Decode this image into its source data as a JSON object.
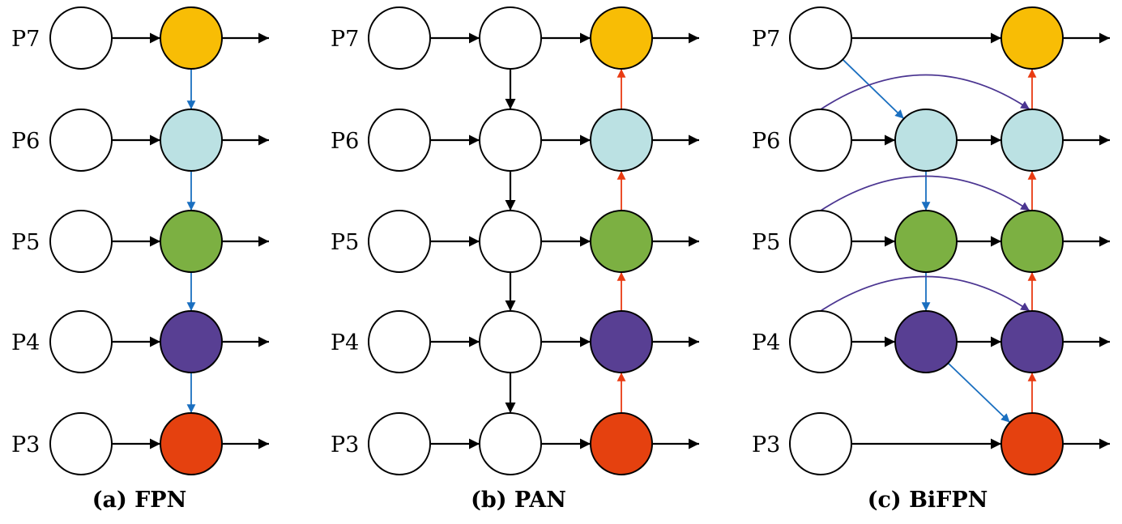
{
  "colors": {
    "P7": "#f8bd05",
    "P6": "#bbe1e3",
    "P5": "#7cb042",
    "P4": "#583f93",
    "P3": "#e5410f",
    "empty": "#ffffff",
    "black_edge": "#000000",
    "blue_edge": "#1a6fc0",
    "red_edge": "#e93b12",
    "purple_edge": "#4b3591"
  },
  "levels": [
    "P7",
    "P6",
    "P5",
    "P4",
    "P3"
  ],
  "panels": [
    {
      "id": "fpn",
      "caption": "(a) FPN",
      "columns": 2,
      "nodes": [
        {
          "level": "P7",
          "col": 0,
          "fill": "empty"
        },
        {
          "level": "P7",
          "col": 1,
          "fill": "P7"
        },
        {
          "level": "P6",
          "col": 0,
          "fill": "empty"
        },
        {
          "level": "P6",
          "col": 1,
          "fill": "P6"
        },
        {
          "level": "P5",
          "col": 0,
          "fill": "empty"
        },
        {
          "level": "P5",
          "col": 1,
          "fill": "P5"
        },
        {
          "level": "P4",
          "col": 0,
          "fill": "empty"
        },
        {
          "level": "P4",
          "col": 1,
          "fill": "P4"
        },
        {
          "level": "P3",
          "col": 0,
          "fill": "empty"
        },
        {
          "level": "P3",
          "col": 1,
          "fill": "P3"
        }
      ],
      "edges": [
        {
          "from": [
            "P7",
            0
          ],
          "to": [
            "P7",
            1
          ],
          "color": "black_edge"
        },
        {
          "from": [
            "P6",
            0
          ],
          "to": [
            "P6",
            1
          ],
          "color": "black_edge"
        },
        {
          "from": [
            "P5",
            0
          ],
          "to": [
            "P5",
            1
          ],
          "color": "black_edge"
        },
        {
          "from": [
            "P4",
            0
          ],
          "to": [
            "P4",
            1
          ],
          "color": "black_edge"
        },
        {
          "from": [
            "P3",
            0
          ],
          "to": [
            "P3",
            1
          ],
          "color": "black_edge"
        },
        {
          "from": [
            "P7",
            1
          ],
          "to": [
            "P6",
            1
          ],
          "color": "blue_edge"
        },
        {
          "from": [
            "P6",
            1
          ],
          "to": [
            "P5",
            1
          ],
          "color": "blue_edge"
        },
        {
          "from": [
            "P5",
            1
          ],
          "to": [
            "P4",
            1
          ],
          "color": "blue_edge"
        },
        {
          "from": [
            "P4",
            1
          ],
          "to": [
            "P3",
            1
          ],
          "color": "blue_edge"
        }
      ]
    },
    {
      "id": "pan",
      "caption": "(b) PAN",
      "columns": 3,
      "nodes": [
        {
          "level": "P7",
          "col": 0,
          "fill": "empty"
        },
        {
          "level": "P7",
          "col": 1,
          "fill": "empty"
        },
        {
          "level": "P7",
          "col": 2,
          "fill": "P7"
        },
        {
          "level": "P6",
          "col": 0,
          "fill": "empty"
        },
        {
          "level": "P6",
          "col": 1,
          "fill": "empty"
        },
        {
          "level": "P6",
          "col": 2,
          "fill": "P6"
        },
        {
          "level": "P5",
          "col": 0,
          "fill": "empty"
        },
        {
          "level": "P5",
          "col": 1,
          "fill": "empty"
        },
        {
          "level": "P5",
          "col": 2,
          "fill": "P5"
        },
        {
          "level": "P4",
          "col": 0,
          "fill": "empty"
        },
        {
          "level": "P4",
          "col": 1,
          "fill": "empty"
        },
        {
          "level": "P4",
          "col": 2,
          "fill": "P4"
        },
        {
          "level": "P3",
          "col": 0,
          "fill": "empty"
        },
        {
          "level": "P3",
          "col": 1,
          "fill": "empty"
        },
        {
          "level": "P3",
          "col": 2,
          "fill": "P3"
        }
      ],
      "edges": [
        {
          "from": [
            "P7",
            0
          ],
          "to": [
            "P7",
            1
          ],
          "color": "black_edge"
        },
        {
          "from": [
            "P7",
            1
          ],
          "to": [
            "P7",
            2
          ],
          "color": "black_edge"
        },
        {
          "from": [
            "P6",
            0
          ],
          "to": [
            "P6",
            1
          ],
          "color": "black_edge"
        },
        {
          "from": [
            "P6",
            1
          ],
          "to": [
            "P6",
            2
          ],
          "color": "black_edge"
        },
        {
          "from": [
            "P5",
            0
          ],
          "to": [
            "P5",
            1
          ],
          "color": "black_edge"
        },
        {
          "from": [
            "P5",
            1
          ],
          "to": [
            "P5",
            2
          ],
          "color": "black_edge"
        },
        {
          "from": [
            "P4",
            0
          ],
          "to": [
            "P4",
            1
          ],
          "color": "black_edge"
        },
        {
          "from": [
            "P4",
            1
          ],
          "to": [
            "P4",
            2
          ],
          "color": "black_edge"
        },
        {
          "from": [
            "P3",
            0
          ],
          "to": [
            "P3",
            1
          ],
          "color": "black_edge"
        },
        {
          "from": [
            "P3",
            1
          ],
          "to": [
            "P3",
            2
          ],
          "color": "black_edge"
        },
        {
          "from": [
            "P7",
            1
          ],
          "to": [
            "P6",
            1
          ],
          "color": "black_edge"
        },
        {
          "from": [
            "P6",
            1
          ],
          "to": [
            "P5",
            1
          ],
          "color": "black_edge"
        },
        {
          "from": [
            "P5",
            1
          ],
          "to": [
            "P4",
            1
          ],
          "color": "black_edge"
        },
        {
          "from": [
            "P4",
            1
          ],
          "to": [
            "P3",
            1
          ],
          "color": "black_edge"
        },
        {
          "from": [
            "P3",
            2
          ],
          "to": [
            "P4",
            2
          ],
          "color": "red_edge"
        },
        {
          "from": [
            "P4",
            2
          ],
          "to": [
            "P5",
            2
          ],
          "color": "red_edge"
        },
        {
          "from": [
            "P5",
            2
          ],
          "to": [
            "P6",
            2
          ],
          "color": "red_edge"
        },
        {
          "from": [
            "P6",
            2
          ],
          "to": [
            "P7",
            2
          ],
          "color": "red_edge"
        }
      ]
    },
    {
      "id": "bifpn",
      "caption": "(c) BiFPN",
      "columns": 3,
      "nodes": [
        {
          "level": "P7",
          "col": 0,
          "fill": "empty"
        },
        {
          "level": "P7",
          "col": 2,
          "fill": "P7"
        },
        {
          "level": "P6",
          "col": 0,
          "fill": "empty"
        },
        {
          "level": "P6",
          "col": 1,
          "fill": "P6"
        },
        {
          "level": "P6",
          "col": 2,
          "fill": "P6"
        },
        {
          "level": "P5",
          "col": 0,
          "fill": "empty"
        },
        {
          "level": "P5",
          "col": 1,
          "fill": "P5"
        },
        {
          "level": "P5",
          "col": 2,
          "fill": "P5"
        },
        {
          "level": "P4",
          "col": 0,
          "fill": "empty"
        },
        {
          "level": "P4",
          "col": 1,
          "fill": "P4"
        },
        {
          "level": "P4",
          "col": 2,
          "fill": "P4"
        },
        {
          "level": "P3",
          "col": 0,
          "fill": "empty"
        },
        {
          "level": "P3",
          "col": 2,
          "fill": "P3"
        }
      ],
      "edges": [
        {
          "from": [
            "P7",
            0
          ],
          "to": [
            "P7",
            2
          ],
          "color": "black_edge"
        },
        {
          "from": [
            "P6",
            0
          ],
          "to": [
            "P6",
            1
          ],
          "color": "black_edge"
        },
        {
          "from": [
            "P6",
            1
          ],
          "to": [
            "P6",
            2
          ],
          "color": "black_edge"
        },
        {
          "from": [
            "P5",
            0
          ],
          "to": [
            "P5",
            1
          ],
          "color": "black_edge"
        },
        {
          "from": [
            "P5",
            1
          ],
          "to": [
            "P5",
            2
          ],
          "color": "black_edge"
        },
        {
          "from": [
            "P4",
            0
          ],
          "to": [
            "P4",
            1
          ],
          "color": "black_edge"
        },
        {
          "from": [
            "P4",
            1
          ],
          "to": [
            "P4",
            2
          ],
          "color": "black_edge"
        },
        {
          "from": [
            "P3",
            0
          ],
          "to": [
            "P3",
            2
          ],
          "color": "black_edge"
        },
        {
          "from": [
            "P7",
            0
          ],
          "to": [
            "P6",
            1
          ],
          "color": "blue_edge"
        },
        {
          "from": [
            "P6",
            1
          ],
          "to": [
            "P5",
            1
          ],
          "color": "blue_edge"
        },
        {
          "from": [
            "P5",
            1
          ],
          "to": [
            "P4",
            1
          ],
          "color": "blue_edge"
        },
        {
          "from": [
            "P4",
            1
          ],
          "to": [
            "P3",
            2
          ],
          "color": "blue_edge"
        },
        {
          "from": [
            "P3",
            2
          ],
          "to": [
            "P4",
            2
          ],
          "color": "red_edge"
        },
        {
          "from": [
            "P4",
            2
          ],
          "to": [
            "P5",
            2
          ],
          "color": "red_edge"
        },
        {
          "from": [
            "P5",
            2
          ],
          "to": [
            "P6",
            2
          ],
          "color": "red_edge"
        },
        {
          "from": [
            "P6",
            2
          ],
          "to": [
            "P7",
            2
          ],
          "color": "red_edge"
        },
        {
          "from": [
            "P6",
            0
          ],
          "to": [
            "P6",
            2
          ],
          "color": "purple_edge",
          "curved": true
        },
        {
          "from": [
            "P5",
            0
          ],
          "to": [
            "P5",
            2
          ],
          "color": "purple_edge",
          "curved": true
        },
        {
          "from": [
            "P4",
            0
          ],
          "to": [
            "P4",
            2
          ],
          "color": "purple_edge",
          "curved": true
        }
      ]
    }
  ]
}
